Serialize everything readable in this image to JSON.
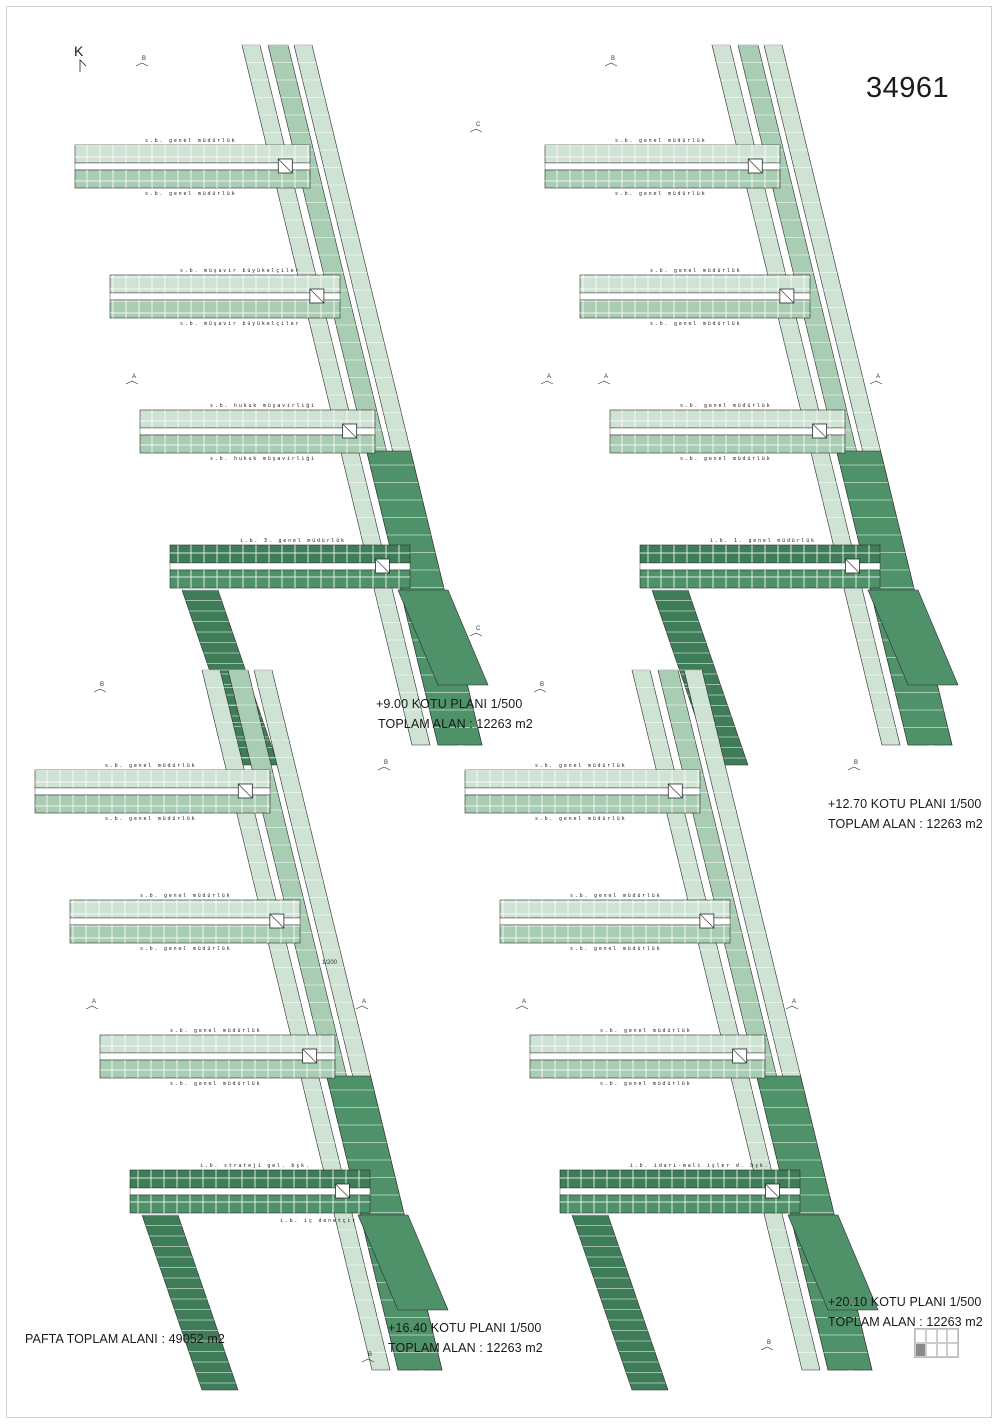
{
  "sheet": {
    "code": "34961",
    "north_label": "K"
  },
  "plans": [
    {
      "id": "plan-900",
      "title": "+9.00 KOTU PLANI 1/500",
      "area": "TOPLAM ALAN  : 12263 m2",
      "departments": [
        "s.b. genel müdürlük",
        "s.b. genel müdürlük",
        "s.b. müşavir büyükelçiler",
        "s.b. müşavir büyükelçiler",
        "s.b. hukuk müşavirliği",
        "s.b. hukuk müşavirliği",
        "i.b. 3. genel müdürlük"
      ]
    },
    {
      "id": "plan-1270",
      "title": "+12.70 KOTU PLANI 1/500",
      "area": "TOPLAM ALAN  : 12263 m2",
      "departments": [
        "s.b. genel müdürlük",
        "s.b. genel müdürlük",
        "s.b. genel müdürlük",
        "s.b. genel müdürlük",
        "s.b. genel müdürlük",
        "s.b. genel müdürlük",
        "i.b. 1. genel müdürlük"
      ]
    },
    {
      "id": "plan-1640",
      "title": "+16.40 KOTU PLANI 1/500",
      "area": "TOPLAM ALAN  : 12263 m2",
      "departments": [
        "s.b. genel müdürlük",
        "s.b. genel müdürlük",
        "s.b. genel müdürlük",
        "s.b. genel müdürlük",
        "s.b. genel müdürlük",
        "s.b. genel müdürlük",
        "i.b. strateji gel. bşk.",
        "i.b. iç denetçir"
      ]
    },
    {
      "id": "plan-2010",
      "title": "+20.10 KOTU PLANI 1/500",
      "area": "TOPLAM ALAN  : 12263 m2",
      "departments": [
        "s.b. genel müdürlük",
        "s.b. genel müdürlük",
        "s.b. genel müdürlük",
        "s.b. genel müdürlük",
        "s.b. genel müdürlük",
        "s.b. genel müdürlük",
        "i.b. idari-mali işler d. bşk."
      ]
    }
  ],
  "total": {
    "label": "PAFTA TOPLAM ALANI :  49052 m2"
  },
  "section_marks": [
    "A",
    "B",
    "C"
  ],
  "misc_label": "1/200",
  "colors": {
    "light_green": "#cfe3d4",
    "mid_green": "#a9cdb3",
    "dark_green": "#4f9169",
    "deep_green": "#3f7d58",
    "line": "#2b2b2b"
  }
}
